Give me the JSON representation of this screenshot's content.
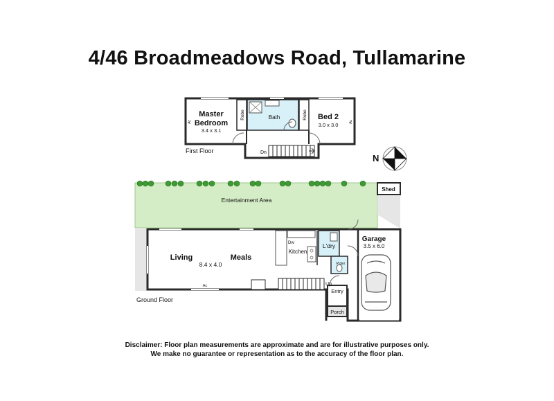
{
  "title": "4/46 Broadmeadows Road, Tullamarine",
  "first_floor": {
    "label": "First Floor",
    "rooms": {
      "master_name_1": "Master",
      "master_name_2": "Bedroom",
      "master_dim": "3.4 x 3.1",
      "robe_left": "Robe",
      "bath": "Bath",
      "robe_right": "Robe",
      "bed2_name": "Bed 2",
      "bed2_dim": "3.0 x 3.0",
      "stair": "Dn",
      "ac_left": "Ac",
      "ac_right": "Ac"
    }
  },
  "ground_floor": {
    "label": "Ground Floor",
    "entertainment": "Entertainment Area",
    "shed": "Shed",
    "living": "Living",
    "meals": "Meals",
    "living_dim": "8.4 x 4.0",
    "dw": "Dw",
    "kitchen": "Kitchen",
    "laundry": "L'dry",
    "powder": "P'der",
    "garage": "Garage",
    "garage_dim": "3.5 x 6.0",
    "up": "Up",
    "entry": "Entry",
    "porch": "Porch",
    "ac": "Ac"
  },
  "compass": {
    "north": "N"
  },
  "disclaimer": {
    "line1": "Disclaimer: Floor plan measurements are approximate and are for illustrative purposes only.",
    "line2": "We make no guarantee or representation as to the accuracy of the floor plan."
  },
  "colors": {
    "wall": "#2a2a2a",
    "bath_fill": "#d8f0f8",
    "garden_fill": "#d5edc6",
    "shrub": "#3f9a35",
    "hard_surface": "#e6e6e6"
  }
}
